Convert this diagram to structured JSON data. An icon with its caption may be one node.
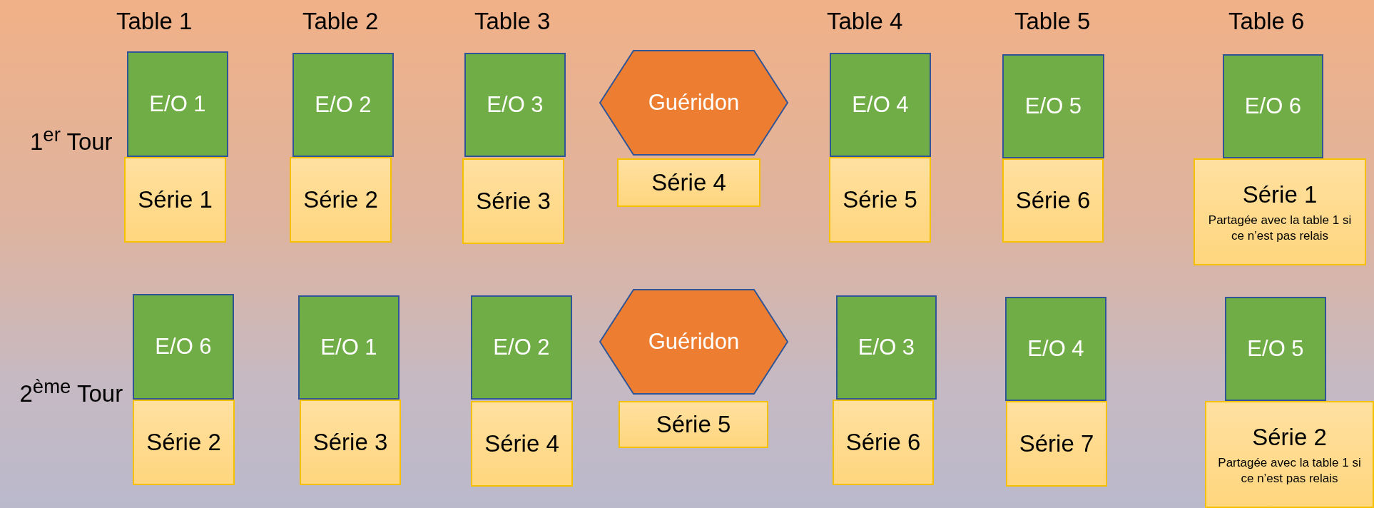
{
  "diagram": {
    "nodes": [
      {
        "text": [
          "E/O 1"
        ]
      },
      {
        "text": [
          "E/O 2"
        ]
      },
      {
        "text": [
          "E/O 3"
        ]
      },
      {
        "text": [
          "Guéridon"
        ]
      },
      {
        "text": [
          "E/O 4"
        ]
      },
      {
        "text": [
          "E/O 5"
        ]
      },
      {
        "text": [
          "E/O 6"
        ]
      },
      {
        "text": [
          "Série 1"
        ]
      },
      {
        "text": [
          "Série 2"
        ]
      },
      {
        "text": [
          "Série 3"
        ]
      },
      {
        "text": [
          "Série 4"
        ]
      },
      {
        "text": [
          "Série 5"
        ]
      },
      {
        "text": [
          "Série 6"
        ]
      },
      {
        "text": [
          "Série 1",
          "Partagée avec la table 1 si ce n’est pas relais"
        ]
      },
      {
        "text": [
          "E/O 6"
        ]
      },
      {
        "text": [
          "E/O 1"
        ]
      },
      {
        "text": [
          "E/O 2"
        ]
      },
      {
        "text": [
          "Guéridon"
        ]
      },
      {
        "text": [
          "E/O 3"
        ]
      },
      {
        "text": [
          "E/O 4"
        ]
      },
      {
        "text": [
          "E/O 5"
        ]
      },
      {
        "text": [
          "Série 2"
        ]
      },
      {
        "text": [
          "Série 3"
        ]
      },
      {
        "text": [
          "Série 4"
        ]
      },
      {
        "text": [
          "Série 5"
        ]
      },
      {
        "text": [
          "Série 6"
        ]
      },
      {
        "text": [
          "Série 7"
        ]
      },
      {
        "text": [
          "Série 2",
          "Partagée avec la table 1 si ce n’est pas relais"
        ]
      }
    ],
    "labels": [
      "Table 1",
      "Table 2",
      "Table 3",
      "Table 4",
      "Table 5",
      "Table 6",
      "1$^{er}$ Tour",
      "2$^{ème}$ Tour"
    ]
  }
}
